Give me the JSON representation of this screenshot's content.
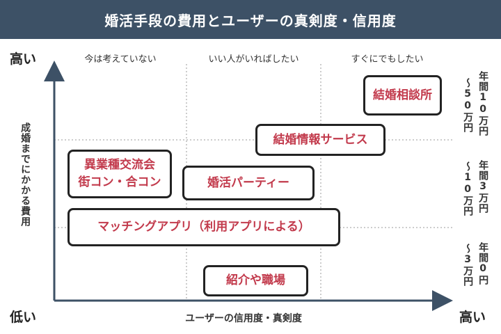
{
  "title": "婚活手段の費用とユーザーの真剣度・信用度",
  "y_axis": {
    "label": "成婚までにかかる費用",
    "high": "高い",
    "low": "低い"
  },
  "x_axis": {
    "label": "ユーザーの信用度・真剣度",
    "high": "高い"
  },
  "columns": [
    "今は考えていない",
    "いい人がいればしたい",
    "すぐにでもしたい"
  ],
  "cost_bands": [
    {
      "span": "〜50万円",
      "per_year": "年間10万円"
    },
    {
      "span": "〜10万円",
      "per_year": "年間3万円"
    },
    {
      "span": "〜3万円",
      "per_year": "年間0円"
    }
  ],
  "services": [
    {
      "line1": "結婚相談所"
    },
    {
      "line1": "結婚情報サービス"
    },
    {
      "line1": "異業種交流会",
      "line2": "街コン・合コン"
    },
    {
      "line1": "婚活パーティー"
    },
    {
      "line1": "マッチングアプリ（利用アプリによる）"
    },
    {
      "line1": "紹介や職場"
    }
  ]
}
